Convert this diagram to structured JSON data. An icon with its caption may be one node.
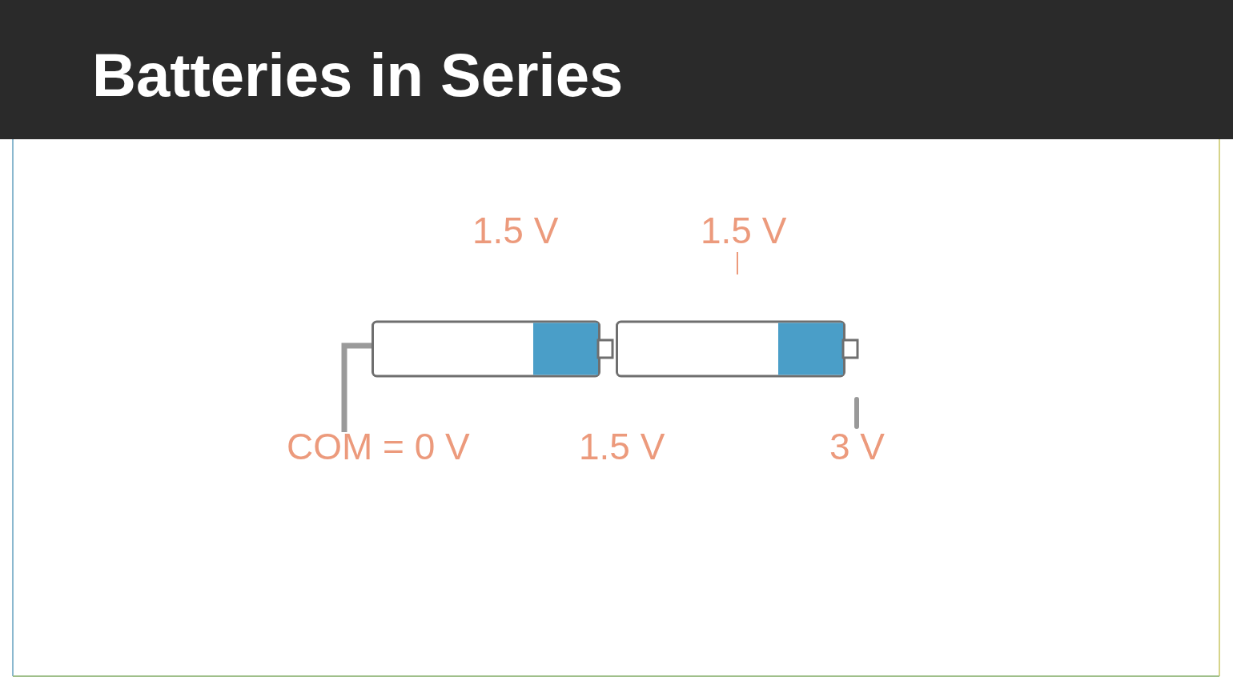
{
  "diagram": {
    "title": "Batteries in Series",
    "nodes": [
      {
        "text": [],
        "shape": "battery"
      },
      {
        "text": [],
        "shape": "battery"
      },
      {
        "text": [
          "COM = 0 V"
        ]
      }
    ],
    "edges": [
      {
        "from": 2,
        "to": 0,
        "arrow": "none"
      }
    ],
    "labels": [
      "1.5 V",
      "1.5 V",
      "1.5 V",
      "3 V"
    ]
  }
}
